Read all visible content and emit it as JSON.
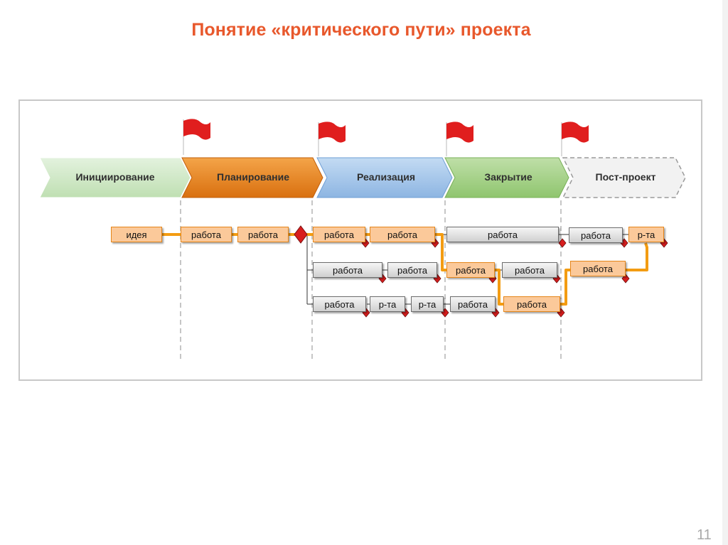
{
  "title": "Понятие «критического пути» проекта",
  "phases": [
    {
      "label": "Инициирование"
    },
    {
      "label": "Планирование"
    },
    {
      "label": "Реализация"
    },
    {
      "label": "Закрытие"
    },
    {
      "label": "Пост-проект"
    }
  ],
  "tasks": {
    "row1": [
      "идея",
      "работа",
      "работа",
      "работа",
      "работа",
      "работа",
      "работа",
      "р-та"
    ],
    "row2": [
      "работа",
      "работа",
      "работа",
      "работа",
      "работа"
    ],
    "row3": [
      "работа",
      "р-та",
      "р-та",
      "работа",
      "работа"
    ]
  },
  "colors": {
    "title": "#e8582c",
    "critical_path": "#f39c12",
    "milestone_flag": "#e01e1e",
    "phase_initiation": "#cfe8c7",
    "phase_planning": "#e8821e",
    "phase_implementation": "#a9c8ea",
    "phase_closure": "#a9d28f",
    "phase_postproject": "#efefef"
  },
  "page_number": "11"
}
